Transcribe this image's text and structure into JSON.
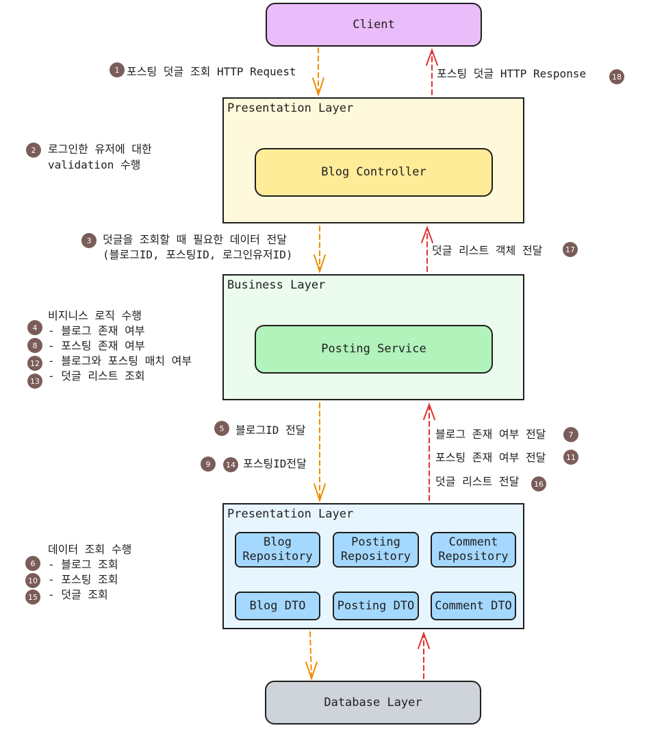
{
  "client": "Client",
  "presentation_layer_top": {
    "title": "Presentation Layer",
    "controller": "Blog Controller"
  },
  "business_layer": {
    "title": "Business Layer",
    "service": "Posting Service"
  },
  "presentation_layer_bottom": {
    "title": "Presentation Layer",
    "blog_repo": [
      "Blog",
      "Repository"
    ],
    "posting_repo": [
      "Posting",
      "Repository"
    ],
    "comment_repo": [
      "Comment",
      "Repository"
    ],
    "blog_dto": "Blog DTO",
    "posting_dto": "Posting DTO",
    "comment_dto": "Comment DTO"
  },
  "database": "Database Layer",
  "annotations": {
    "request": "포스팅 덧글 조회 HTTP Request",
    "response": "포스팅 덧글 HTTP Response",
    "validation": [
      "로그인한 유저에 대한",
      "validation 수행"
    ],
    "pass_data": [
      "덧글을 조회할 때 필요한 데이터 전달",
      "(블로그ID, 포스팅ID, 로그인유저ID)"
    ],
    "comment_list_pass": "덧글 리스트 객체 전달",
    "business_logic": {
      "title": "비지니스 로직 수행",
      "items": [
        "- 블로그 존재 여부",
        "- 포스팅 존재 여부",
        "- 블로그와 포스팅 매치 여부",
        "- 덧글 리스트 조회"
      ]
    },
    "blog_id_pass": "블로그ID 전달",
    "posting_id_pass": "포스팅ID전달",
    "blog_exists_pass": "블로그 존재 여부 전달",
    "posting_exists_pass": "포스팅 존재 여부 전달",
    "comment_list_pass2": "덧글 리스트 전달",
    "data_query": {
      "title": "데이터 조회 수행",
      "items": [
        "- 블로그 조회",
        "- 포스팅 조회",
        "- 덧글 조회"
      ]
    }
  },
  "badges": [
    "1",
    "2",
    "3",
    "4",
    "5",
    "6",
    "7",
    "8",
    "9",
    "10",
    "11",
    "12",
    "13",
    "14",
    "15",
    "16",
    "17",
    "18"
  ],
  "colors": {
    "client": "#ebbcfa",
    "presentation_top": "#fff9db",
    "controller": "#ffec99",
    "business": "#ebfbee",
    "service": "#b2f2bb",
    "presentation_bottom": "#e7f5ff",
    "repo": "#a5d8ff",
    "database": "#ced4da",
    "down_arrow": "#f08c00",
    "up_arrow": "#e03131",
    "badge": "#7a5c58"
  }
}
